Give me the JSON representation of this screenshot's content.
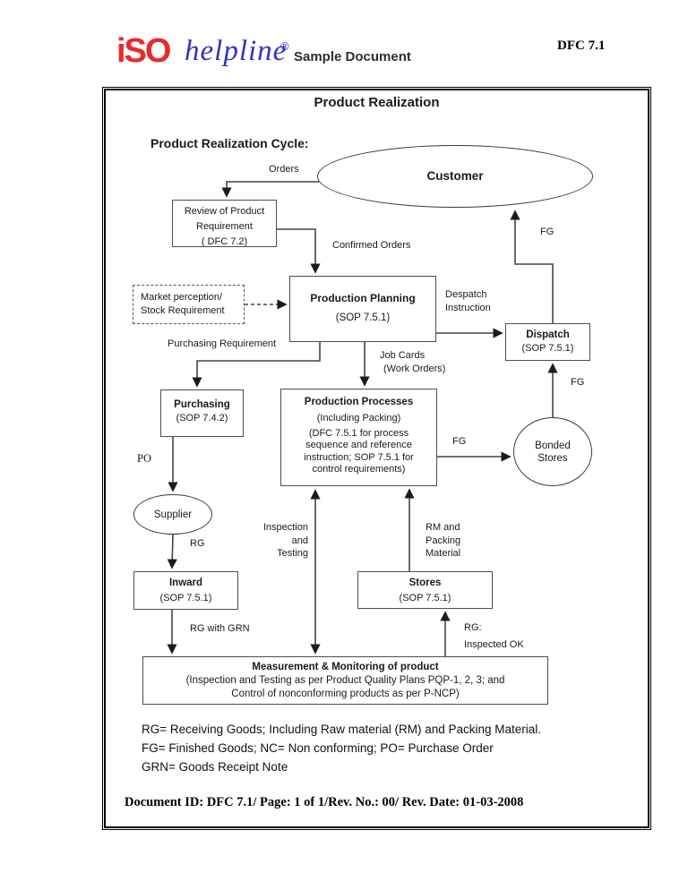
{
  "header": {
    "logo_iso": "iSO",
    "logo_helpline": "helpline",
    "logo_registered": "®",
    "logo_tagline": "Sample Document",
    "doc_code": "DFC 7.1"
  },
  "title": "Product Realization",
  "diagram": {
    "heading": "Product Realization Cycle:",
    "nodes": {
      "customer": {
        "label": "Customer"
      },
      "review": {
        "line1": "Review of Product",
        "line2": "Requirement",
        "line3": "( DFC 7.2)"
      },
      "planning": {
        "title": "Production Planning",
        "sub": "(SOP 7.5.1)"
      },
      "market": {
        "line1": "Market perception/",
        "line2": "Stock Requirement"
      },
      "dispatch": {
        "title": "Dispatch",
        "sub": "(SOP 7.5.1)"
      },
      "purchasing": {
        "title": "Purchasing",
        "sub": "(SOP 7.4.2)"
      },
      "processes": {
        "title": "Production Processes",
        "line2": "(Including Packing)",
        "line3": "(DFC 7.5.1 for process",
        "line4": "sequence and reference",
        "line5": "instruction; SOP 7.5.1 for",
        "line6": "control requirements)"
      },
      "supplier": {
        "label": "Supplier"
      },
      "bonded": {
        "line1": "Bonded",
        "line2": "Stores"
      },
      "inward": {
        "title": "Inward",
        "sub": "(SOP 7.5.1)"
      },
      "stores": {
        "title": "Stores",
        "sub": "(SOP 7.5.1)"
      },
      "measurement": {
        "title": "Measurement & Monitoring of product",
        "line2": "(Inspection and Testing as per Product Quality Plans PQP-1, 2, 3; and",
        "line3": "Control of nonconforming products as per P-NCP)"
      }
    },
    "edge_labels": {
      "orders": "Orders",
      "confirmed_orders": "Confirmed Orders",
      "fg_top": "FG",
      "despatch_1": "Despatch",
      "despatch_2": "Instruction",
      "purchasing_requirement": "Purchasing Requirement",
      "job_cards_1": "Job Cards",
      "job_cards_2": "(Work Orders)",
      "fg_dispatch": "FG",
      "fg_processes": "FG",
      "po": "PO",
      "rg": "RG",
      "inspection_1": "Inspection",
      "inspection_2": "and",
      "inspection_3": "Testing",
      "rm_1": "RM and",
      "rm_2": "Packing",
      "rm_3": "Material",
      "rg_with_grn": "RG with GRN",
      "rg_inspected_1": "RG:",
      "rg_inspected_2": "Inspected OK"
    },
    "edges": [
      {
        "from": "customer",
        "to": "review",
        "label": "Orders"
      },
      {
        "from": "review",
        "to": "planning",
        "label": "Confirmed Orders"
      },
      {
        "from": "market",
        "to": "planning",
        "label": "",
        "style": "dashed"
      },
      {
        "from": "planning",
        "to": "dispatch",
        "label": "Despatch Instruction"
      },
      {
        "from": "planning",
        "to": "purchasing",
        "label": "Purchasing Requirement"
      },
      {
        "from": "planning",
        "to": "processes",
        "label": "Job Cards (Work Orders)"
      },
      {
        "from": "purchasing",
        "to": "supplier",
        "label": "PO"
      },
      {
        "from": "supplier",
        "to": "inward",
        "label": "RG"
      },
      {
        "from": "inward",
        "to": "measurement",
        "label": "RG with GRN"
      },
      {
        "from": "processes",
        "to": "measurement",
        "label": "Inspection and Testing",
        "style": "double-arrow"
      },
      {
        "from": "stores",
        "to": "processes",
        "label": "RM and Packing Material"
      },
      {
        "from": "measurement",
        "to": "stores",
        "label": "RG: Inspected OK"
      },
      {
        "from": "processes",
        "to": "bonded",
        "label": "FG"
      },
      {
        "from": "bonded",
        "to": "dispatch",
        "label": "FG"
      },
      {
        "from": "dispatch",
        "to": "customer",
        "label": "FG"
      }
    ]
  },
  "legend": {
    "line1": "RG= Receiving Goods; Including Raw material (RM) and Packing Material.",
    "line2": "FG= Finished Goods; NC= Non conforming; PO= Purchase Order",
    "line3": "GRN= Goods Receipt Note"
  },
  "footer": "Document ID: DFC 7.1/ Page: 1 of 1/Rev. No.: 00/ Rev. Date: 01-03-2008",
  "colors": {
    "logo_red": "#e62b2b",
    "logo_blue": "#3333bb",
    "line": "#454545"
  }
}
